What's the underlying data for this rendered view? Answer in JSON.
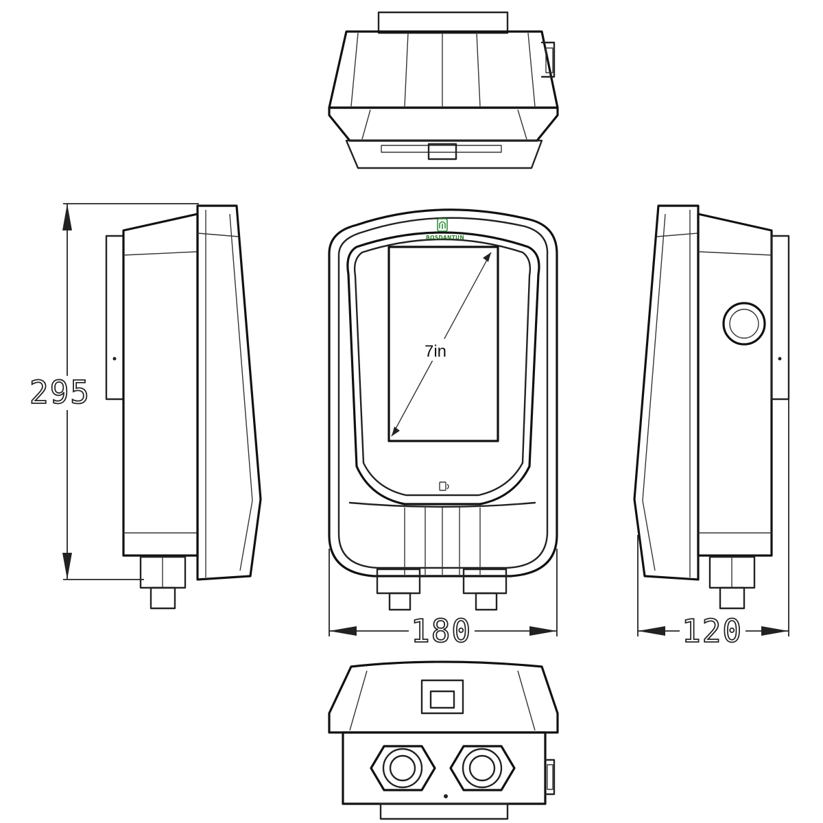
{
  "brand": {
    "name": "BOSDANTUN",
    "logo_color": "#2f8f3a"
  },
  "dimensions": {
    "height_label": "295",
    "width_label": "180",
    "depth_label": "120",
    "screen_size_label": "7in"
  },
  "views": [
    "top",
    "left-side",
    "front",
    "right-side",
    "bottom"
  ]
}
